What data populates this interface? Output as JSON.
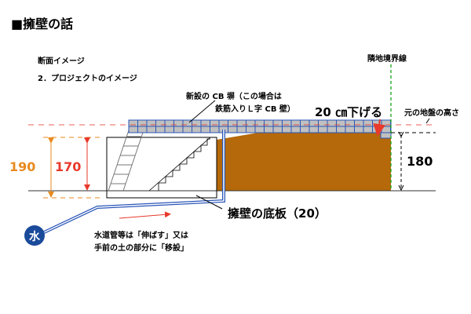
{
  "title": "■擁壁の話",
  "subtitle1": "断面イメージ",
  "subtitle2": "2．プロジェクトのイメージ",
  "labels": {
    "boundary": "隣地境界線",
    "original_ground": "元の地盤の高さ",
    "new_wall_line1": "新設の CB 塀（この場合は",
    "new_wall_line2": "鉄筋入りＬ字 CB 壁）",
    "lower": "20 ㎝下げる",
    "base_plate": "擁壁の底板（20）",
    "note_line1": "水道管等は「伸ばす」又は",
    "note_line2": "手前の土の部分に「移設」",
    "water_badge": "水"
  },
  "dimensions": {
    "d190": "190",
    "d170": "170",
    "d180": "180"
  },
  "colors": {
    "soil": "#b5690a",
    "wall_fill": "#c0c0c0",
    "wall_line": "#2a56b8",
    "red": "#e8392b",
    "orange": "#e88a1e",
    "green": "#1aa51a",
    "water": "#1a4a9a"
  }
}
